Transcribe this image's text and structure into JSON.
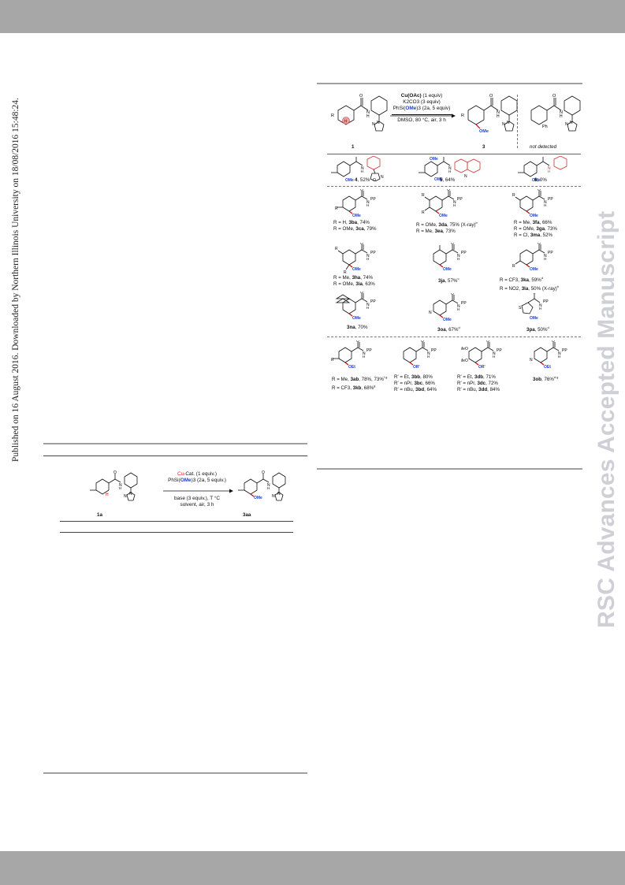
{
  "margin_text": "Published on 16 August 2016. Downloaded by Northern Illinois University on 18/08/2016 15:48:24.",
  "watermark": "RSC Advances Accepted Manuscript",
  "scheme": {
    "top_reaction": {
      "reagent_1": "Cu(OAc)",
      "reagent_1_tail": " (1 equiv)",
      "reagent_2": "K2CO3 (3 equiv)",
      "reagent_3_pre": "PhSi(",
      "reagent_3_ome": "OMe",
      "reagent_3_post": ")3 (2a, 5 equiv)",
      "conditions": "DMSO, 80 °C, air, 3 h",
      "start_label": "1",
      "start_r": "R",
      "product_label": "3",
      "product_r": "R",
      "side_label": "not detected",
      "side_ph": "Ph"
    },
    "row1": [
      {
        "id": "4",
        "yield": ", 52%"
      },
      {
        "id": "5",
        "yield": ", 64%"
      },
      {
        "id": "6",
        "yield": ", 0%"
      }
    ],
    "row2": [
      {
        "lines": [
          "R = H, ",
          "R = OMe, "
        ],
        "cmpds": [
          "3ba",
          "3ca"
        ],
        "yields": [
          ", 74%",
          ", 79%"
        ]
      },
      {
        "lines": [
          "R = OMe, ",
          "R = Me, "
        ],
        "cmpds": [
          "3da",
          "3ea"
        ],
        "yields": [
          ", 75% (X-ray)",
          ", 73%"
        ]
      },
      {
        "lines": [
          "R = Me, ",
          "R = OMe, ",
          "R = Cl, "
        ],
        "cmpds": [
          "3fa",
          "3ga",
          "3ma"
        ],
        "yields": [
          ", 66%",
          ", 73%",
          ", 52%"
        ]
      }
    ],
    "row3": [
      {
        "lines": [
          "R = Me, ",
          "R = OMe, "
        ],
        "cmpds": [
          "3ha",
          "3ia"
        ],
        "yields": [
          ", 74%",
          ", 63%"
        ]
      },
      {
        "cmpd": "3ja",
        "yield": ", 57%"
      },
      {
        "lines": [
          "R = CF3, ",
          "R = NO2, "
        ],
        "cmpds": [
          "3ka",
          "3la"
        ],
        "yields": [
          ", 59%",
          ", 50% (X-ray)"
        ]
      }
    ],
    "row4": [
      {
        "cmpd": "3na",
        "yield": ", 70%"
      },
      {
        "cmpd": "3oa",
        "yield": ", 67%"
      },
      {
        "cmpd": "3pa",
        "yield": ", 50%"
      }
    ],
    "row5": [
      {
        "lines": [
          "R = Me, ",
          "R = CF3, "
        ],
        "cmpds": [
          "3ab",
          "3kb"
        ],
        "yields": [
          ", 78%, 73%",
          ", 68%"
        ]
      },
      {
        "lines": [
          "R' = Et, ",
          "R' = nPr, ",
          "R' = nBu, "
        ],
        "cmpds": [
          "3bb",
          "3bc",
          "3bd"
        ],
        "yields": [
          ", 80%",
          ", 66%",
          ", 64%"
        ]
      },
      {
        "lines": [
          "R' = Et, ",
          "R' = nPr, ",
          "R' = nBu, "
        ],
        "cmpds": [
          "3db",
          "3dc",
          "3dd"
        ],
        "yields": [
          ", 71%",
          ", 72%",
          ", 84%"
        ]
      },
      {
        "cmpd": "3ob",
        "yield": ", 76%"
      }
    ],
    "group_labels": {
      "pp": "PP",
      "ome": "OMe",
      "oet": "OEt",
      "or": "OR'",
      "meo": "MeO",
      "n": "N",
      "h": "H",
      "o": "O",
      "r": "R"
    }
  },
  "table": {
    "cat_pre": "Cu",
    "cat_post": "-Cat. (1 equiv.)",
    "silane_pre": "PhSi(",
    "silane_ome": "OMe",
    "silane_post": ")3 (2a, 5 equiv.)",
    "base": "base (3 equiv.), T °C",
    "solvent": "solvent, air, 3 h",
    "start_label": "1a",
    "product_label": "3aa"
  }
}
